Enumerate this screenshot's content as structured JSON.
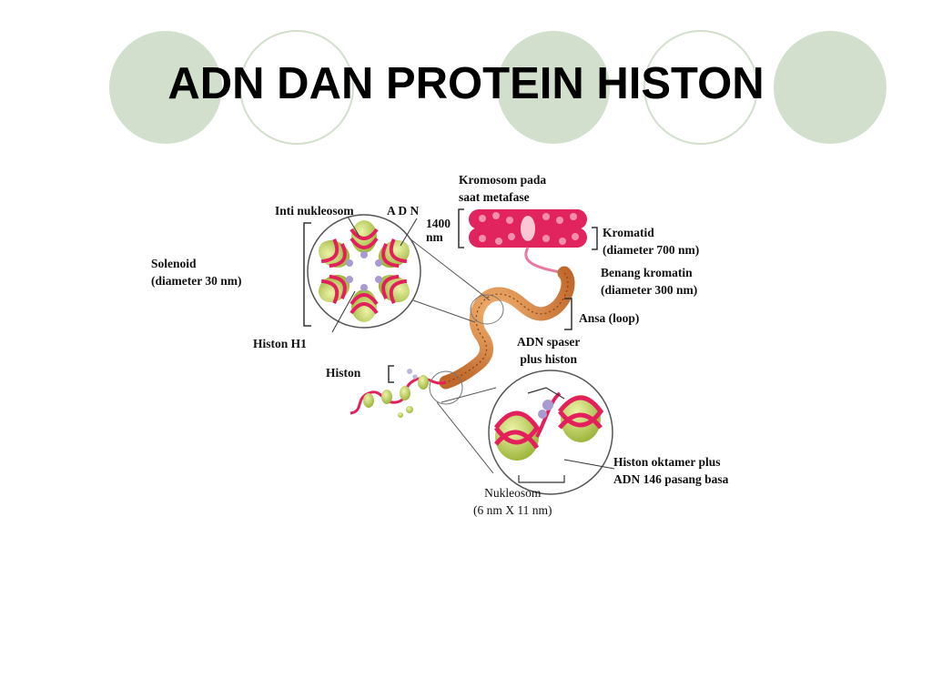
{
  "title": "ADN DAN PROTEIN HISTON",
  "colors": {
    "circle_fill": "#d1dfcc",
    "circle_stroke": "#d1dfcc",
    "dna_pink": "#e3205c",
    "histone_green": "#b2c746",
    "chromatin_orange": "#d1793a",
    "chromosome_pink": "#e2245e"
  },
  "labels": {
    "kromosom_metafase": "Kromosom pada\nsaat metafase",
    "inti_nukleosom": "Inti nukleosom",
    "adn": "A D N",
    "nm_1400": "1400\nnm",
    "kromatid": "Kromatid\n(diameter 700 nm)",
    "solenoid": "Solenoid\n(diameter 30 nm)",
    "benang_kromatin": "Benang kromatin\n(diameter 300 nm)",
    "ansa": "Ansa (loop)",
    "histon_h1": "Histon H1",
    "adn_spaser": "ADN spaser\nplus histon",
    "histon": "Histon",
    "histon_oktamer": "Histon oktamer plus\nADN 146 pasang basa",
    "nukleosom": "Nukleosom\n(6 nm X 11 nm)"
  }
}
